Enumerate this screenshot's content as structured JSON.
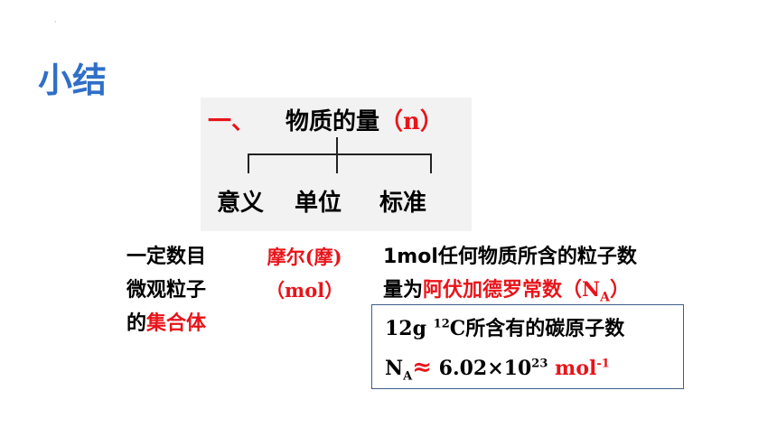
{
  "slide": {
    "title": "小结",
    "tree": {
      "head_prefix": "一、",
      "head_text": "物质的量",
      "head_paren": "（n）",
      "leaves": [
        "意义",
        "单位",
        "标准"
      ]
    },
    "meaning": {
      "line1": "一定数目",
      "line2": "微观粒子",
      "line3_prefix": "的",
      "line3_highlight": "集合体"
    },
    "unit": {
      "line1": "摩尔(摩)",
      "line2": "（mol）"
    },
    "standard": {
      "line1": "1mol任何物质所含的粒子数",
      "line2_prefix": "量为",
      "line2_highlight": "阿伏加德罗常数",
      "line2_na_open": "（N",
      "line2_na_sub": "A",
      "line2_na_close": "）"
    },
    "box": {
      "l1_pre": "12g ",
      "l1_sup": "12",
      "l1_post": "C所含有的碳原子数",
      "l2_na": "N",
      "l2_na_sub": "A",
      "l2_approx": "≈",
      "l2_value": " 6.02×10",
      "l2_exp": "23",
      "l2_unit": " mol",
      "l2_unit_exp": "-1"
    },
    "colors": {
      "title": "#2f6fc9",
      "highlight": "#e8141a",
      "box_border": "#3e5f8a"
    }
  }
}
